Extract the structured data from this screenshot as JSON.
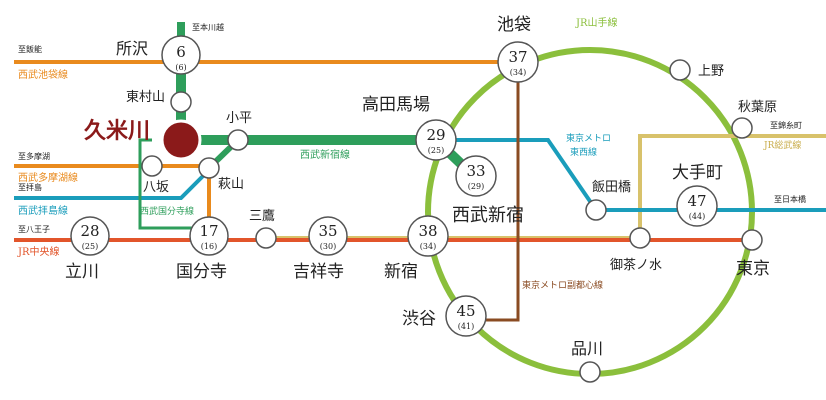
{
  "colors": {
    "yamanote": "#8bbf3c",
    "shinjuku_line": "#2e9e5b",
    "ikebukuro_line": "#e98a1d",
    "tamako_line": "#e98a1d",
    "kokubunji_line": "#2e9e5b",
    "haijima_line": "#1a9dbb",
    "chuo_line": "#e2552b",
    "tozai": "#1a9dbb",
    "fukutoshin": "#8a4b22",
    "sobu": "#d8c26b",
    "honkawagoe": "#2e9e5b",
    "kurume_marker": "#8b1a1a",
    "label_highlight": "#8b1a1a",
    "line_label_green": "#2e9e5b",
    "station_circle_stroke": "#555555"
  },
  "featured_station": {
    "name": "久米川"
  },
  "stations": {
    "tokorozawa": {
      "name": "所沢",
      "time": "6",
      "sub": "(6)"
    },
    "ikebukuro": {
      "name": "池袋",
      "time": "37",
      "sub": "(34)"
    },
    "higashimurayama": {
      "name": "東村山"
    },
    "kodaira": {
      "name": "小平"
    },
    "takadanobaba": {
      "name": "高田馬場",
      "time": "29",
      "sub": "(25)"
    },
    "seibushinjuku": {
      "name": "西武新宿",
      "time": "33",
      "sub": "(29)"
    },
    "hagiyama": {
      "name": "萩山"
    },
    "yasaka": {
      "name": "八坂"
    },
    "tachikawa": {
      "name": "立川",
      "time": "28",
      "sub": "(25)"
    },
    "kokubunji": {
      "name": "国分寺",
      "time": "17",
      "sub": "(16)"
    },
    "mitaka": {
      "name": "三鷹"
    },
    "kichijoji": {
      "name": "吉祥寺",
      "time": "35",
      "sub": "(30)"
    },
    "shinjuku": {
      "name": "新宿",
      "time": "38",
      "sub": "(34)"
    },
    "shibuya": {
      "name": "渋谷",
      "time": "45",
      "sub": "(41)"
    },
    "shinagawa": {
      "name": "品川"
    },
    "ueno": {
      "name": "上野"
    },
    "akihabara": {
      "name": "秋葉原"
    },
    "iidabashi": {
      "name": "飯田橋"
    },
    "otemachi": {
      "name": "大手町",
      "time": "47",
      "sub": "(44)"
    },
    "ochanomizu": {
      "name": "御茶ノ水"
    },
    "tokyo": {
      "name": "東京"
    }
  },
  "directions": {
    "honkawagoe": "至本川越",
    "hanno": "至飯能",
    "tamako": "至多摩湖",
    "haijima": "至拝島",
    "hachioji": "至八王子",
    "kinshicho": "至錦糸町",
    "nihonbashi": "至日本橋"
  },
  "line_names": {
    "ikebukuro": "西武池袋線",
    "tamako": "西武多摩湖線",
    "haijima": "西武拝島線",
    "chuo": "JR中央線",
    "shinjuku": "西武新宿線",
    "kokubunji": "西武国分寺線",
    "yamanote": "JR山手線",
    "tozai_line1": "東京メトロ",
    "tozai_line2": "東西線",
    "fukutoshin": "東京メトロ副都心線",
    "sobu": "JR総武線"
  }
}
